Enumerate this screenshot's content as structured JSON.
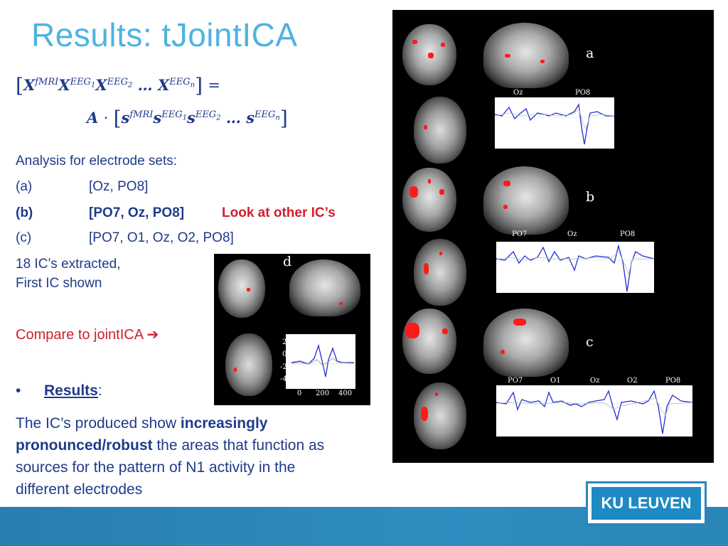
{
  "slide": {
    "title": "Results: tJointICA",
    "analysis_heading": "Analysis for electrode sets:",
    "sets": [
      {
        "label": "(a)",
        "value": "[Oz, PO8]"
      },
      {
        "label": "(b)",
        "value": "[PO7, Oz, PO8]",
        "note": "Look at other IC’s"
      },
      {
        "label": "(c)",
        "value": "[PO7, O1, Oz, O2, PO8]"
      }
    ],
    "extracted_line1": "18 IC’s extracted,",
    "extracted_line2": "First IC shown",
    "compare": "Compare to jointICA",
    "results_label": "Results",
    "results_colon": ":",
    "para_pre": "The IC’s produced show ",
    "para_bold": "increasingly pronounced/robust",
    "para_post": " the areas that function as sources for the pattern of N1 activity in the different electrodes",
    "logo_text": "KU LEUVEN"
  },
  "figure": {
    "panel_a": {
      "letter": "a",
      "electrodes": [
        "Oz",
        "PO8"
      ]
    },
    "panel_b": {
      "letter": "b",
      "electrodes": [
        "PO7",
        "Oz",
        "PO8"
      ]
    },
    "panel_c": {
      "letter": "c",
      "electrodes": [
        "PO7",
        "O1",
        "Oz",
        "O2",
        "PO8"
      ]
    },
    "panel_d": {
      "letter": "d"
    },
    "y_ticks": [
      "2",
      "0",
      "-2",
      "-4"
    ],
    "x_ticks": [
      "0",
      "200",
      "400"
    ]
  },
  "colors": {
    "title": "#4fb3e0",
    "text": "#1f3a8a",
    "accent_red": "#d0202a",
    "footer": "#2f8dc0"
  }
}
